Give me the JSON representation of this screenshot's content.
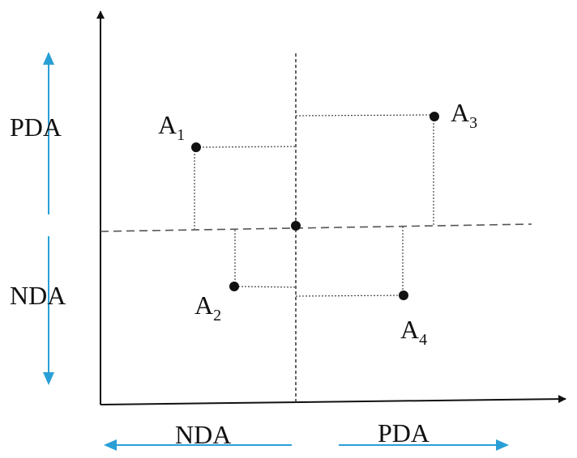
{
  "labels": {
    "left_top": "PDA",
    "left_bottom": "NDA",
    "bottom_left": "NDA",
    "bottom_right": "PDA"
  },
  "points": [
    {
      "letter": "A",
      "sub": "1"
    },
    {
      "letter": "A",
      "sub": "2"
    },
    {
      "letter": "A",
      "sub": "3"
    },
    {
      "letter": "A",
      "sub": "4"
    }
  ],
  "colors": {
    "axis": "#111111",
    "dashed": "#555555",
    "arrow_blue": "#2a9fd6"
  }
}
